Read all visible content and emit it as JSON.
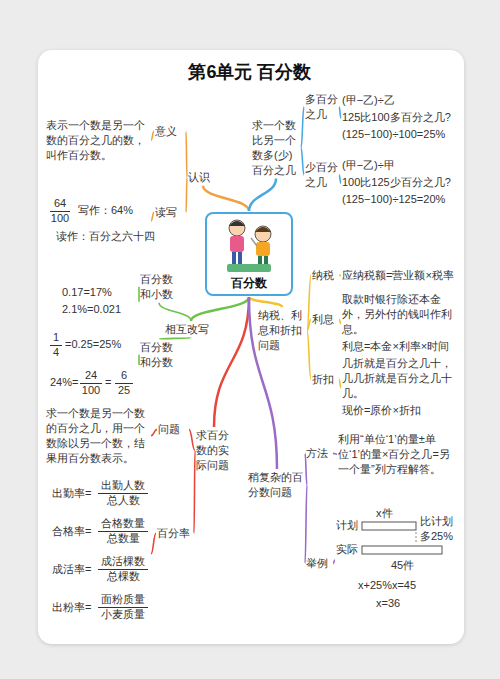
{
  "diagram": {
    "title": "第6单元 百分数",
    "nodes": [
      {
        "text": [
          "百分数"
        ]
      },
      {
        "text": [
          "认识"
        ]
      },
      {
        "text": [
          "意义"
        ]
      },
      {
        "text": [
          "表示一个数是另一个数的百分之几的数，叫作百分数。"
        ]
      },
      {
        "text": [
          "读写"
        ]
      },
      {
        "text": [
          "64",
          "100",
          "写作：64%",
          "读作：百分之六十四"
        ]
      },
      {
        "text": [
          "相互改写"
        ]
      },
      {
        "text": [
          "百分数和小数"
        ]
      },
      {
        "text": [
          "0.17=17%",
          "2.1%=0.021"
        ]
      },
      {
        "text": [
          "百分数和分数"
        ]
      },
      {
        "text": [
          "1",
          "4",
          "=0.25=25%",
          "24%=",
          "24",
          "100",
          "=",
          "6",
          "25"
        ]
      },
      {
        "text": [
          "求百分数的实际问题"
        ]
      },
      {
        "text": [
          "问题"
        ]
      },
      {
        "text": [
          "求一个数是另一个数的百分之几，用一个数除以另一个数，结果用百分数表示。"
        ]
      },
      {
        "text": [
          "百分率"
        ]
      },
      {
        "text": [
          "出勤率=",
          "出勤人数",
          "总人数",
          "合格率=",
          "合格数量",
          "总数量",
          "成活率=",
          "成活棵数",
          "总棵数",
          "出粉率=",
          "面粉质量",
          "小麦质量"
        ]
      },
      {
        "text": [
          "求一个数比另一个数多(少)百分之几"
        ]
      },
      {
        "text": [
          "多百分之几"
        ]
      },
      {
        "text": [
          "(甲−乙)÷乙",
          "125比100多百分之几?",
          "(125−100)÷100=25%"
        ]
      },
      {
        "text": [
          "少百分之几"
        ]
      },
      {
        "text": [
          "(甲−乙)÷甲",
          "100比125少百分之几?",
          "(125−100)÷125=20%"
        ]
      },
      {
        "text": [
          "纳税、利息和折扣问题"
        ]
      },
      {
        "text": [
          "纳税"
        ]
      },
      {
        "text": [
          "应纳税额=营业额×税率"
        ]
      },
      {
        "text": [
          "利息"
        ]
      },
      {
        "text": [
          "取款时银行除还本金外，另外付的钱叫作利息。",
          "利息=本金×利率×时间"
        ]
      },
      {
        "text": [
          "折扣"
        ]
      },
      {
        "text": [
          "几折就是百分之几十，几几折就是百分之几十几。",
          "现价=原价×折扣"
        ]
      },
      {
        "text": [
          "稍复杂的百分数问题"
        ]
      },
      {
        "text": [
          "方法"
        ]
      },
      {
        "text": [
          "利用“单位‘1’的量±单位‘1’的量×百分之几=另一个量”列方程解答。"
        ]
      },
      {
        "text": [
          "举例"
        ]
      },
      {
        "text": [
          "x件",
          "计划",
          "比计划多25%",
          "实际",
          "45件",
          "x+25%x=45",
          "x=36"
        ]
      }
    ],
    "edges": [
      {
        "from": 0,
        "to": 1,
        "arrow": "none"
      },
      {
        "from": 1,
        "to": 2,
        "arrow": "none"
      },
      {
        "from": 2,
        "to": 3,
        "arrow": "none"
      },
      {
        "from": 1,
        "to": 4,
        "arrow": "none"
      },
      {
        "from": 4,
        "to": 5,
        "arrow": "none"
      },
      {
        "from": 0,
        "to": 6,
        "arrow": "none"
      },
      {
        "from": 6,
        "to": 7,
        "arrow": "none"
      },
      {
        "from": 7,
        "to": 8,
        "arrow": "none"
      },
      {
        "from": 6,
        "to": 9,
        "arrow": "none"
      },
      {
        "from": 9,
        "to": 10,
        "arrow": "none"
      },
      {
        "from": 0,
        "to": 11,
        "arrow": "none"
      },
      {
        "from": 11,
        "to": 12,
        "arrow": "none"
      },
      {
        "from": 12,
        "to": 13,
        "arrow": "none"
      },
      {
        "from": 11,
        "to": 14,
        "arrow": "none"
      },
      {
        "from": 14,
        "to": 15,
        "arrow": "none"
      },
      {
        "from": 0,
        "to": 16,
        "arrow": "none"
      },
      {
        "from": 16,
        "to": 17,
        "arrow": "none"
      },
      {
        "from": 17,
        "to": 18,
        "arrow": "none"
      },
      {
        "from": 16,
        "to": 19,
        "arrow": "none"
      },
      {
        "from": 19,
        "to": 20,
        "arrow": "none"
      },
      {
        "from": 0,
        "to": 21,
        "arrow": "none"
      },
      {
        "from": 21,
        "to": 22,
        "arrow": "none"
      },
      {
        "from": 22,
        "to": 23,
        "arrow": "none"
      },
      {
        "from": 21,
        "to": 24,
        "arrow": "none"
      },
      {
        "from": 24,
        "to": 25,
        "arrow": "none"
      },
      {
        "from": 21,
        "to": 26,
        "arrow": "none"
      },
      {
        "from": 26,
        "to": 27,
        "arrow": "none"
      },
      {
        "from": 0,
        "to": 28,
        "arrow": "none"
      },
      {
        "from": 28,
        "to": 29,
        "arrow": "none"
      },
      {
        "from": 29,
        "to": 30,
        "arrow": "none"
      },
      {
        "from": 28,
        "to": 31,
        "arrow": "none"
      },
      {
        "from": 31,
        "to": 32,
        "arrow": "none"
      }
    ]
  }
}
